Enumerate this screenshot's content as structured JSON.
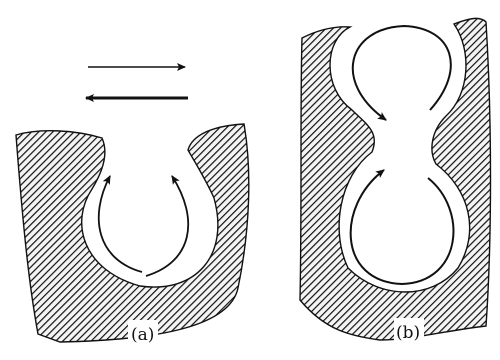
{
  "colors": {
    "background": "#ffffff",
    "hatch_ground": "#f4f4f4",
    "hatch_line": "#111111",
    "ink": "#111111"
  },
  "figure": {
    "panels": [
      {
        "id": "a",
        "label": "(a)",
        "description_icon": "u-shaped-cavity-icon",
        "top_arrows": [
          "right-arrow-icon",
          "left-arrow-icon"
        ],
        "flow_arrows": [
          "left-upward-arrow-icon",
          "right-upward-arrow-icon"
        ]
      },
      {
        "id": "b",
        "label": "(b)",
        "description_icon": "figure-eight-cavity-icon",
        "flow_arrows": [
          "upper-loop-arrow-icon",
          "lower-loop-arrow-icon"
        ]
      }
    ]
  }
}
